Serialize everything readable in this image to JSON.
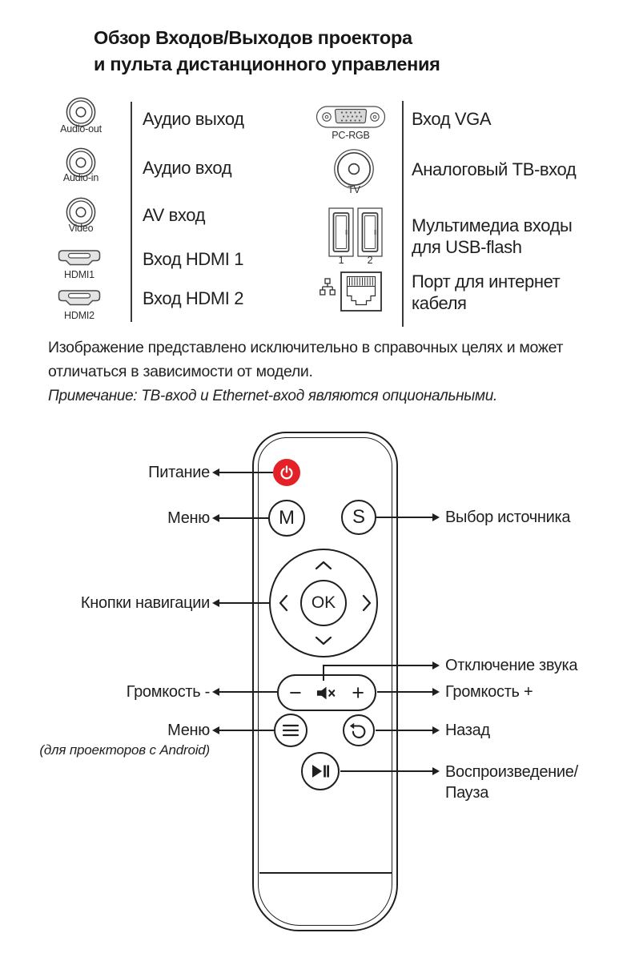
{
  "title": {
    "line1": "Обзор Входов/Выходов проектора",
    "line2": "и пульта дистанционного управления"
  },
  "io": {
    "left": [
      {
        "caption": "Audio-out",
        "label": "Аудио выход"
      },
      {
        "caption": "Audio-in",
        "label": "Аудио вход"
      },
      {
        "caption": "Video",
        "label": "AV вход"
      },
      {
        "caption": "HDMI1",
        "label": "Вход HDMI 1"
      },
      {
        "caption": "HDMI2",
        "label": "Вход HDMI 2"
      }
    ],
    "right": [
      {
        "caption": "PC-RGB",
        "label": "Вход VGA"
      },
      {
        "caption": "TV",
        "label": "Аналоговый ТВ-вход"
      },
      {
        "caption_1": "1",
        "caption_2": "2",
        "label_line1": "Мультимедиа входы",
        "label_line2": "для USB-flash"
      },
      {
        "label_line1": "Порт для интернет",
        "label_line2": "кабеля"
      }
    ]
  },
  "disclaimer": {
    "line1": "Изображение представлено исключительно в справочных целях и может",
    "line2": "отличаться в зависимости от модели."
  },
  "note": "Примечание: ТВ-вход и Ethernet-вход являются опциональными.",
  "remote": {
    "m": "M",
    "s": "S",
    "ok": "OK",
    "minus": "−",
    "plus": "+",
    "labels": {
      "power": "Питание",
      "menu": "Меню",
      "source": "Выбор источника",
      "nav": "Кнопки навигации",
      "mute": "Отключение звука",
      "vol_minus": "Громкость -",
      "vol_plus": "Громкость +",
      "menu_android": "Меню",
      "menu_android_note": "(для проекторов с Android)",
      "back": "Назад",
      "play_line1": "Воспроизведение/",
      "play_line2": "Пауза"
    }
  },
  "colors": {
    "power_button": "#e32127",
    "ink": "#1f1f1f"
  }
}
